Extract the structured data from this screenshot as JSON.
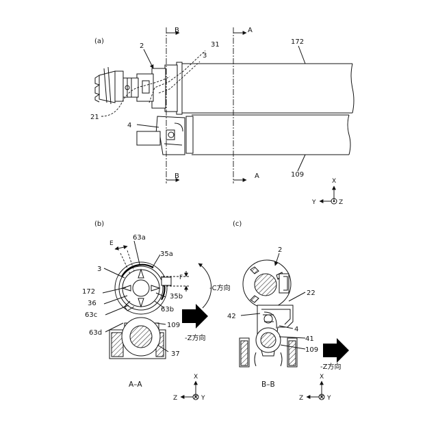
{
  "panels": {
    "a": {
      "caption": "(a)",
      "labels": {
        "part_2": "2",
        "part_31": "31",
        "part_3": "3",
        "part_172": "172",
        "part_21": "21",
        "part_4": "4",
        "part_109": "109"
      },
      "section_marks": {
        "b_top": "B",
        "a_top": "A",
        "b_bottom": "B",
        "a_bottom": "A"
      },
      "axes": {
        "x": "X",
        "y": "Y",
        "z": "Z"
      }
    },
    "b": {
      "caption": "(b)",
      "section_title": "A–A",
      "labels": {
        "E": "E",
        "part_63a": "63a",
        "part_35a": "35a",
        "part_3": "3",
        "part_F": "F",
        "part_172": "172",
        "part_35b": "35b",
        "part_36": "36",
        "part_63b": "63b",
        "part_63c": "63c",
        "part_109": "109",
        "part_63d": "63d",
        "part_37": "37",
        "rotation": "-C方向",
        "direction": "-Z方向"
      },
      "axes": {
        "x": "X",
        "z": "Z",
        "y": "Y"
      }
    },
    "c": {
      "caption": "(c)",
      "section_title": "B–B",
      "labels": {
        "part_2": "2",
        "part_22": "22",
        "part_42": "42",
        "part_4": "4",
        "part_41": "41",
        "part_109": "109",
        "direction": "-Z方向"
      },
      "axes": {
        "x": "X",
        "z": "Z",
        "y": "Y"
      }
    }
  }
}
